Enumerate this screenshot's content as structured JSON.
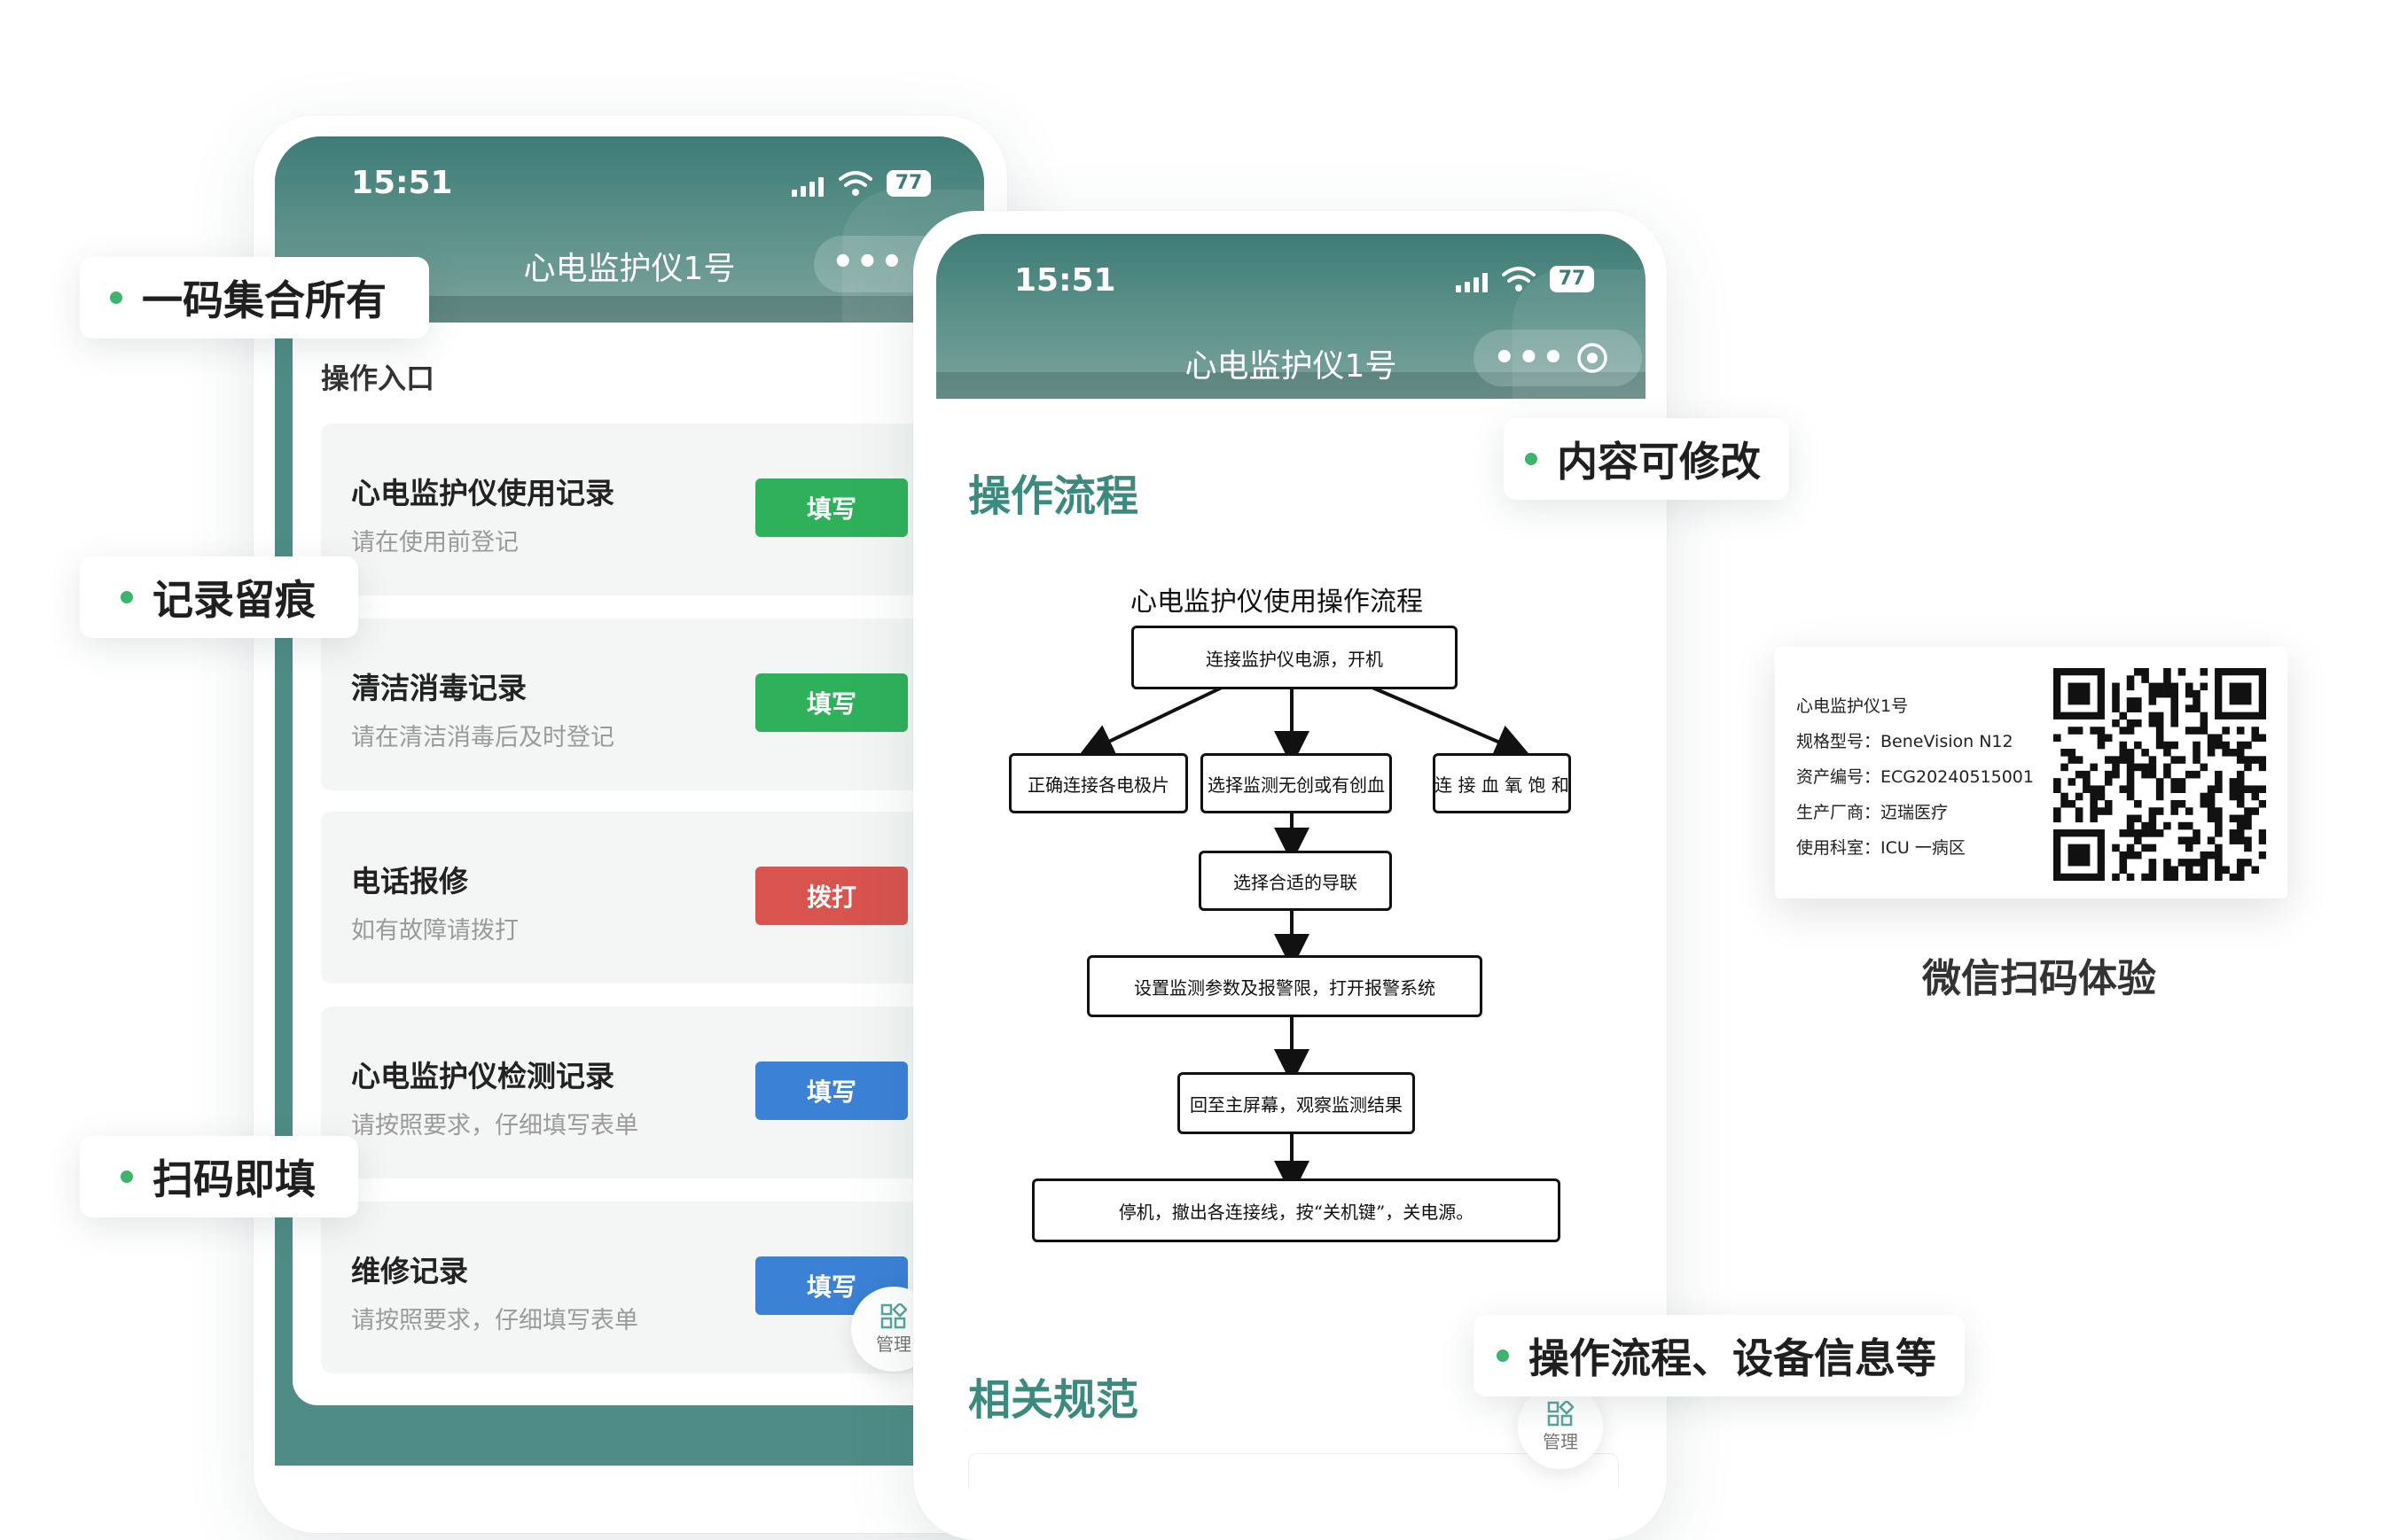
{
  "status_bar": {
    "time": "15:51",
    "battery": "77"
  },
  "left_phone": {
    "nav_title": "心电监护仪1号",
    "section_label": "操作入口",
    "cards": [
      {
        "title": "心电监护仪使用记录",
        "subtitle": "请在使用前登记",
        "button": "填写",
        "color": "#2fb15c"
      },
      {
        "title": "清洁消毒记录",
        "subtitle": "请在清洁消毒后及时登记",
        "button": "填写",
        "color": "#2fb15c"
      },
      {
        "title": "电话报修",
        "subtitle": "如有故障请拨打",
        "button": "拨打",
        "color": "#d9534f"
      },
      {
        "title": "心电监护仪检测记录",
        "subtitle": "请按照要求，仔细填写表单",
        "button": "填写",
        "color": "#3b82d6"
      },
      {
        "title": "维修记录",
        "subtitle": "请按照要求，仔细填写表单",
        "button": "填写",
        "color": "#3b82d6"
      }
    ],
    "manage_label": "管理"
  },
  "right_phone": {
    "nav_title": "心电监护仪1号",
    "section_title": "操作流程",
    "section2_title": "相关规范",
    "manage_label": "管理",
    "flowchart": {
      "title": "心电监护仪使用操作流程",
      "steps": {
        "s1": "连接监护仪电源，开机",
        "s2a": "正确连接各电极片",
        "s2b": "选择监测无创或有创血",
        "s2c": "连 接 血 氧 饱 和",
        "s3": "选择合适的导联",
        "s4": "设置监测参数及报警限，打开报警系统",
        "s5": "回至主屏幕，观察监测结果",
        "s6": "停机，撤出各连接线，按“关机键”，关电源。"
      }
    }
  },
  "tags": {
    "t1": "一码集合所有",
    "t2": "记录留痕",
    "t3": "扫码即填",
    "t4": "内容可修改",
    "t5": "操作流程、设备信息等"
  },
  "device_card": {
    "name": "心电监护仪1号",
    "lines": [
      {
        "label": "规格型号：",
        "value": "BeneVision N12"
      },
      {
        "label": "资产编号：",
        "value": "ECG20240515001"
      },
      {
        "label": "生产厂商：",
        "value": "迈瑞医疗"
      },
      {
        "label": "使用科室：",
        "value": "ICU 一病区"
      }
    ],
    "caption": "微信扫码体验"
  },
  "colors": {
    "accent_teal": "#3f7c77",
    "green": "#3db46d",
    "title_teal": "#3a8a80"
  }
}
